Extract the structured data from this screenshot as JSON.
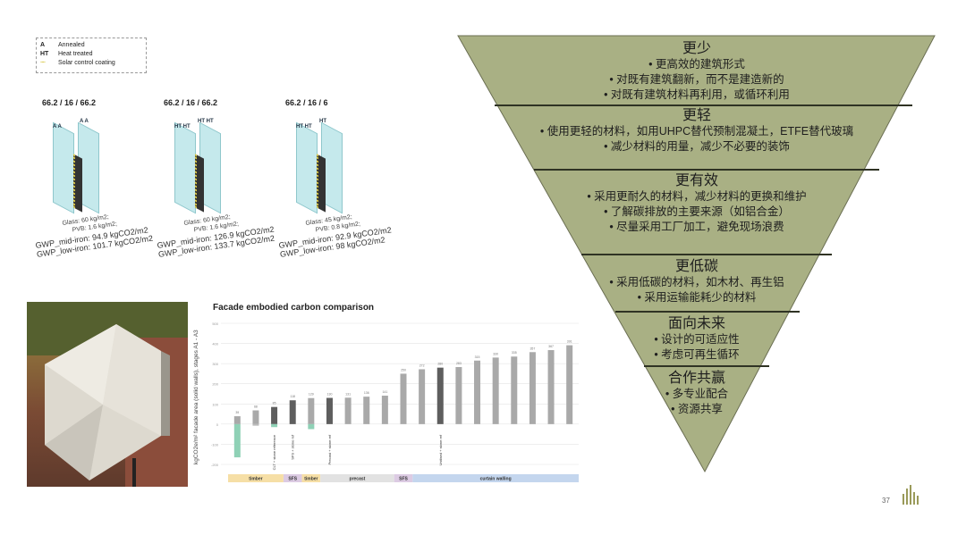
{
  "legend": {
    "items": [
      {
        "key": "A",
        "label": "Annealed"
      },
      {
        "key": "HT",
        "label": "Heat treated"
      },
      {
        "key": "····",
        "label": "Solar control coating"
      }
    ]
  },
  "glazing": [
    {
      "title": "66.2 / 16 / 66.2",
      "tags_left": "A A",
      "tags_right": "A A",
      "glass": "Glass:  60 kg/m2;",
      "pvb": "PVB:  1.6 kg/m2;",
      "gwp_mid": "GWP_mid-iron:  94.9 kgCO2/m2",
      "gwp_low": "GWP_low-iron:  101.7 kgCO2/m2"
    },
    {
      "title": "66.2 / 16 / 66.2",
      "tags_left": "HT HT",
      "tags_right": "HT HT",
      "glass": "Glass:  60 kg/m2;",
      "pvb": "PVB:  1.6 kg/m2;",
      "gwp_mid": "GWP_mid-iron:  126.9 kgCO2/m2",
      "gwp_low": "GWP_low-iron:  133.7 kgCO2/m2"
    },
    {
      "title": "66.2 / 16 / 6",
      "tags_left": "HT HT",
      "tags_right": "HT",
      "glass": "Glass:  45 kg/m2;",
      "pvb": "PVB:  0.8 kg/m2;",
      "gwp_mid": "GWP_mid-iron:  92.9 kgCO2/m2",
      "gwp_low": "GWP_low-iron:  98 kgCO2/m2"
    }
  ],
  "chart_data": {
    "type": "bar",
    "title": "Facade embodied carbon comparison",
    "ylabel": "kgCO2e/m² facade area (solid walls), stages A1 - A3",
    "ylim": [
      -200,
      500
    ],
    "yticks": [
      -200,
      -100,
      0,
      100,
      200,
      300,
      400,
      500
    ],
    "values": [
      39,
      68,
      85,
      118,
      129,
      130,
      131,
      136,
      141,
      250,
      272,
      280,
      283,
      315,
      330,
      335,
      357,
      367,
      391
    ],
    "negative_values": [
      -165,
      -8,
      -15,
      0,
      -25,
      0,
      0,
      0,
      0,
      0,
      0,
      0,
      0,
      0,
      0,
      0,
      0,
      0,
      0
    ],
    "highlighted": [
      2,
      3,
      5,
      11
    ],
    "bar_labels": {
      "2": "CLT + stone reference",
      "3": "SFS + stone ref",
      "5": "Precast + stone ref",
      "11": "Unitised + stone ref"
    },
    "groups": [
      {
        "label": "timber",
        "from": 0,
        "to": 2,
        "color": "#f6dfa6"
      },
      {
        "label": "SFS",
        "from": 3,
        "to": 3,
        "color": "#dccbe3"
      },
      {
        "label": "timber",
        "from": 4,
        "to": 4,
        "color": "#f6dfa6"
      },
      {
        "label": "precast",
        "from": 5,
        "to": 8,
        "color": "#e2e2e2"
      },
      {
        "label": "SFS",
        "from": 9,
        "to": 9,
        "color": "#dccbe3"
      },
      {
        "label": "curtain walling",
        "from": 10,
        "to": 18,
        "color": "#c4d6ee"
      }
    ],
    "colors": {
      "bar": "#a9a9a9",
      "highlight": "#5e5e5e",
      "negative": "#8fd1b6"
    }
  },
  "pyramid": {
    "fill": "#a9b084",
    "tiers": [
      {
        "title": "更少",
        "bullets": [
          "更高效的建筑形式",
          "对既有建筑翻新，而不是建造新的",
          "对既有建筑材料再利用，或循环利用"
        ]
      },
      {
        "title": "更轻",
        "bullets": [
          "使用更轻的材料，如用UHPC替代预制混凝土，ETFE替代玻璃",
          "减少材料的用量，减少不必要的装饰"
        ]
      },
      {
        "title": "更有效",
        "bullets": [
          "采用更耐久的材料，减少材料的更换和维护",
          "了解碳排放的主要来源（如铝合金）",
          "尽量采用工厂加工，避免现场浪费"
        ]
      },
      {
        "title": "更低碳",
        "bullets": [
          "采用低碳的材料，如木材、再生铝",
          "采用运输能耗少的材料"
        ]
      },
      {
        "title": "面向未来",
        "bullets": [
          "设计的可适应性",
          "考虑可再生循环"
        ]
      },
      {
        "title": "合作共赢",
        "bullets": [
          "多专业配合",
          "资源共享"
        ]
      }
    ]
  },
  "page_number": "37"
}
